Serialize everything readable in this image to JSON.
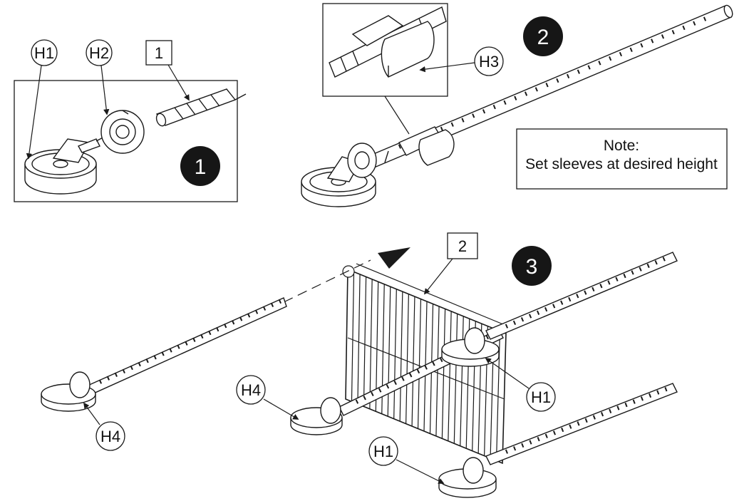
{
  "steps": [
    {
      "number": "1"
    },
    {
      "number": "2"
    },
    {
      "number": "3"
    }
  ],
  "parts": {
    "part_1": "1",
    "part_2": "2"
  },
  "hardware": {
    "h1": "H1",
    "h2": "H2",
    "h3": "H3",
    "h4": "H4"
  },
  "note": {
    "line1": "Note:",
    "line2": "Set sleeves at desired height"
  },
  "colors": {
    "line": "#1a1a1a",
    "step_badge": "#161616",
    "background": "#ffffff"
  }
}
